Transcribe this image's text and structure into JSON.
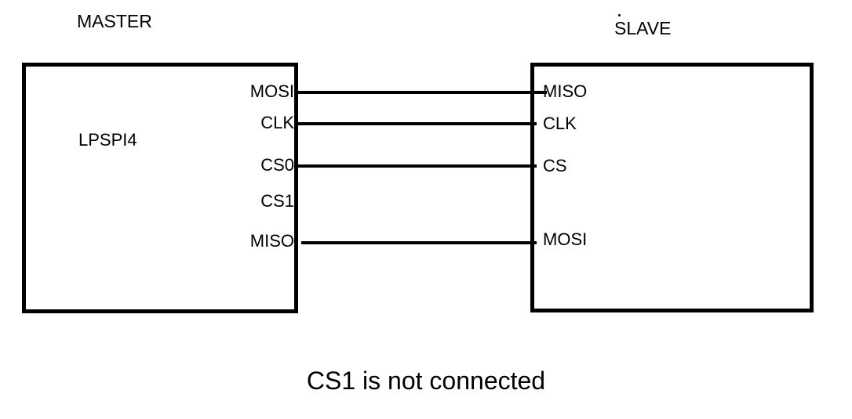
{
  "diagram": {
    "master": {
      "title": "MASTER",
      "chip_label": "LPSPI4",
      "pins": {
        "mosi": "MOSI",
        "clk": "CLK",
        "cs0": "CS0",
        "cs1": "CS1",
        "miso": "MISO"
      }
    },
    "slave": {
      "title": "SLAVE",
      "pins": {
        "miso": "MISO",
        "clk": "CLK",
        "cs": "CS",
        "mosi": "MOSI"
      }
    },
    "connections": [
      {
        "from": "master.MOSI",
        "to": "slave.MISO"
      },
      {
        "from": "master.CLK",
        "to": "slave.CLK"
      },
      {
        "from": "master.CS0",
        "to": "slave.CS"
      },
      {
        "from": "master.MISO",
        "to": "slave.MOSI"
      }
    ],
    "unconnected_pins": [
      "master.CS1"
    ],
    "caption": "CS1 is not connected",
    "colors": {
      "line": "#000000",
      "text": "#000000",
      "background": "#ffffff"
    }
  }
}
